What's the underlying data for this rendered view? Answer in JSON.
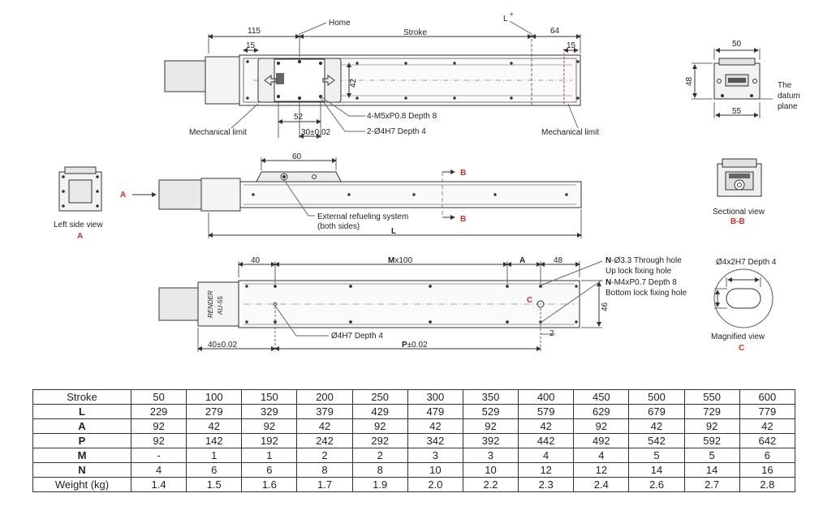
{
  "top_view": {
    "home": "Home",
    "stroke": "Stroke",
    "l_plus": "L",
    "plus": "+",
    "dim_115": "115",
    "dim_15a": "15",
    "dim_64": "64",
    "dim_15b": "15",
    "dim_42": "42",
    "dim_52": "52",
    "dim_30": "30±0.02",
    "hole1": "4-M5xP0.8 Depth 8",
    "hole2": "2-Ø4H7 Depth 4",
    "mech_left": "Mechanical limit",
    "mech_right": "Mechanical limit"
  },
  "end_view": {
    "dim_50": "50",
    "dim_48": "48",
    "dim_55": "55",
    "datum1": "The",
    "datum2": "datum",
    "datum3": "plane"
  },
  "side_view": {
    "label": "Left side view",
    "letter": "A",
    "arrow_a": "A",
    "dim_60": "60",
    "b_top": "B",
    "b_bottom": "B",
    "refuel1": "External refueling system",
    "refuel2": "(both sides)",
    "dim_l": "L"
  },
  "section_view": {
    "label": "Sectional view",
    "letter": "B-B"
  },
  "bottom_view": {
    "dim_40": "40",
    "m_letter": "M",
    "m_rest": "x100",
    "a_letter": "A",
    "dim_48": "48",
    "dim_46": "46",
    "dim_2": "2",
    "dim_40b": "40±0.02",
    "hole_4h7": "Ø4H7 Depth 4",
    "p_letter": "P",
    "p_rest": "±0.02",
    "c_marker": "C",
    "brand1": "RENDER",
    "brand2": "AU-55",
    "note1_bold": "N",
    "note1": "-Ø3.3 Through hole",
    "note2": "Up lock fixing hole",
    "note3_bold": "N",
    "note3": "-M4xP0.7 Depth 8",
    "note4": "Bottom lock fixing hole"
  },
  "magnified": {
    "hole": "Ø4x2H7 Depth 4",
    "label": "Magnified view",
    "letter": "C"
  },
  "table": {
    "rows": [
      {
        "label": "Stroke",
        "values": [
          "50",
          "100",
          "150",
          "200",
          "250",
          "300",
          "350",
          "400",
          "450",
          "500",
          "550",
          "600"
        ]
      },
      {
        "label": "L",
        "values": [
          "229",
          "279",
          "329",
          "379",
          "429",
          "479",
          "529",
          "579",
          "629",
          "679",
          "729",
          "779"
        ]
      },
      {
        "label": "A",
        "values": [
          "92",
          "42",
          "92",
          "42",
          "92",
          "42",
          "92",
          "42",
          "92",
          "42",
          "92",
          "42"
        ]
      },
      {
        "label": "P",
        "values": [
          "92",
          "142",
          "192",
          "242",
          "292",
          "342",
          "392",
          "442",
          "492",
          "542",
          "592",
          "642"
        ]
      },
      {
        "label": "M",
        "values": [
          "-",
          "1",
          "1",
          "2",
          "2",
          "3",
          "3",
          "4",
          "4",
          "5",
          "5",
          "6"
        ]
      },
      {
        "label": "N",
        "values": [
          "4",
          "6",
          "6",
          "8",
          "8",
          "10",
          "10",
          "12",
          "12",
          "14",
          "14",
          "16"
        ]
      },
      {
        "label": "Weight (kg)",
        "values": [
          "1.4",
          "1.5",
          "1.6",
          "1.7",
          "1.9",
          "2.0",
          "2.2",
          "2.3",
          "2.4",
          "2.6",
          "2.7",
          "2.8"
        ]
      }
    ]
  }
}
